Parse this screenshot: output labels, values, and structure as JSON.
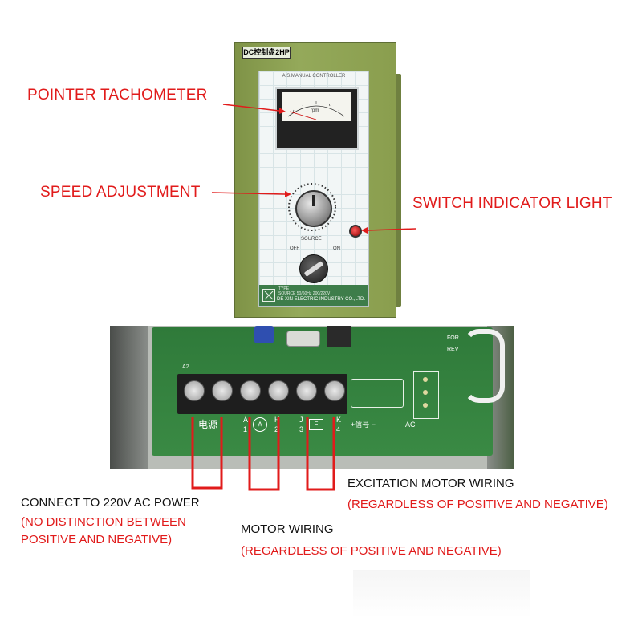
{
  "controller": {
    "model_tag": "DC控制盘2HP",
    "panel_title": "A.S.MANUAL CONTROLLER",
    "meter_unit": "rpm",
    "source_label": "SOURCE",
    "off_label": "OFF",
    "on_label": "ON",
    "type_label": "TYPE",
    "spec_line": "SOURCE 50/60Hz 200/220V",
    "manufacturer": "DE XIN ELECTRIC INDUSTRY CO.,LTD."
  },
  "callouts": {
    "tachometer": "POINTER TACHOMETER",
    "speed": "SPEED ADJUSTMENT",
    "indicator": "SWITCH INDICATOR LIGHT"
  },
  "board": {
    "power_label": "电源",
    "signal_label": "+信号 −",
    "ac_label": "AC",
    "for_label": "FOR",
    "rev_label": "REV",
    "a2_label": "A2",
    "terminal_a": "A",
    "terminal_h": "H",
    "terminal_j": "J",
    "terminal_k": "K",
    "num_1": "1",
    "num_2": "2",
    "num_3": "3",
    "num_4": "4",
    "circle_a": "A",
    "box_f": "F"
  },
  "wiring_notes": {
    "power_title": "CONNECT TO 220V AC POWER",
    "power_note_1": "(NO DISTINCTION BETWEEN",
    "power_note_2": "POSITIVE AND NEGATIVE)",
    "motor_title": "MOTOR WIRING",
    "motor_note": "(REGARDLESS OF POSITIVE AND NEGATIVE)",
    "excitation_title": "EXCITATION MOTOR WIRING",
    "excitation_note": "(REGARDLESS OF POSITIVE AND NEGATIVE)"
  },
  "colors": {
    "callout_red": "#e11b1b",
    "housing_green": "#8a9e4e",
    "pcb_green": "#2f7a3a"
  }
}
